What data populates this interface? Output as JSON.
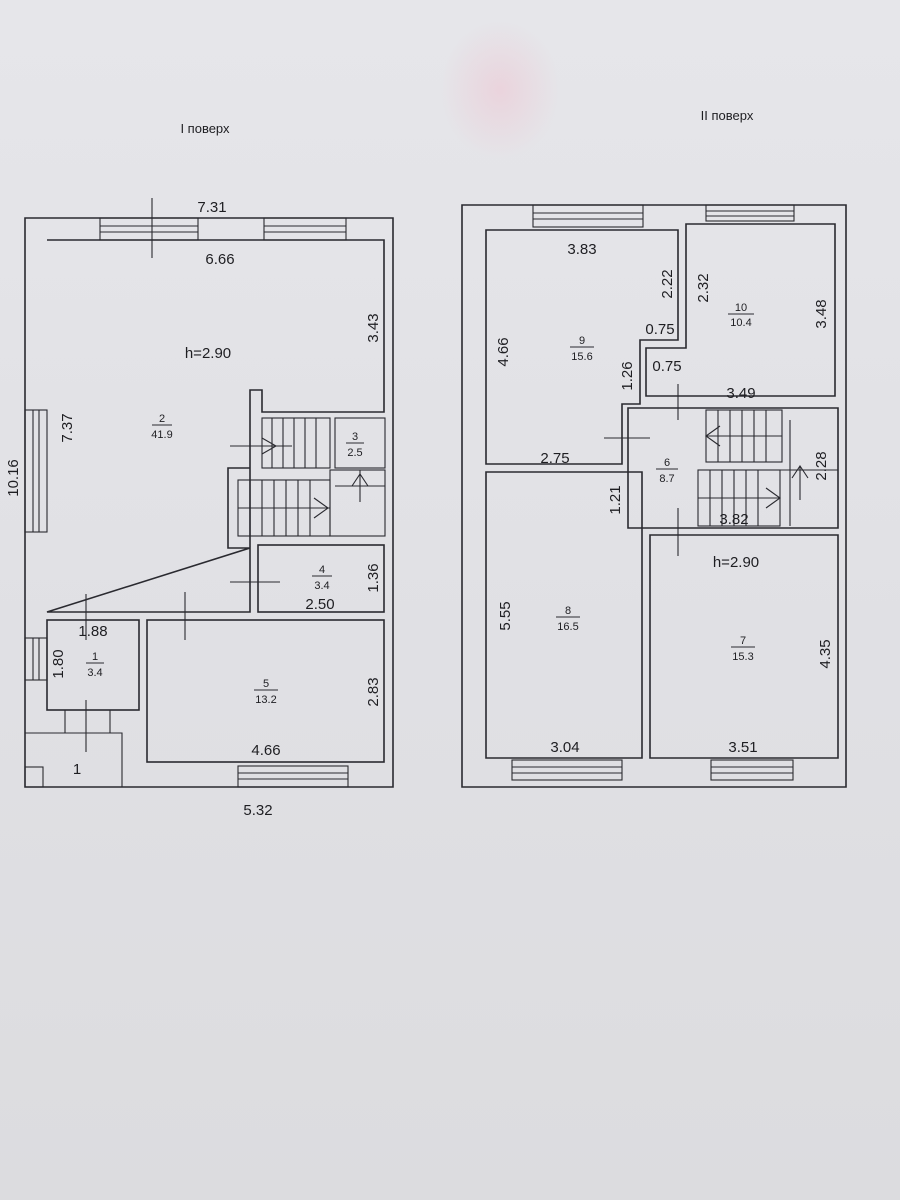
{
  "floors": {
    "first": {
      "title": "I поверх",
      "height": "h=2.90",
      "dims": {
        "top_outer": "7.31",
        "top_inner": "6.66",
        "right_upper": "3.43",
        "left_inner": "7.37",
        "left_outer": "10.16",
        "room4_width": "2.50",
        "room4_height": "1.36",
        "room1_width": "1.88",
        "room1_height": "1.80",
        "room5_width": "4.66",
        "room5_height": "2.83",
        "bottom_outer": "5.32",
        "porch_label": "1"
      },
      "rooms": [
        {
          "number": "2",
          "area": "41.9"
        },
        {
          "number": "3",
          "area": "2.5"
        },
        {
          "number": "4",
          "area": "3.4"
        },
        {
          "number": "1",
          "area": "3.4"
        },
        {
          "number": "5",
          "area": "13.2"
        }
      ]
    },
    "second": {
      "title": "II поверх",
      "height": "h=2.90",
      "dims": {
        "room9_width": "3.83",
        "room9_depth_a": "2.22",
        "room10_depth_a": "2.32",
        "room10_height": "3.48",
        "room9_height": "4.66",
        "notch_a": "0.75",
        "notch_b": "0.75",
        "notch_h": "1.26",
        "hall_width": "3.49",
        "room8_top": "2.75",
        "hall_height": "1.21",
        "stair_height": "2.28",
        "hall_bottom": "3.82",
        "room8_height": "5.55",
        "room7_height": "4.35",
        "room8_width": "3.04",
        "room7_width": "3.51"
      },
      "rooms": [
        {
          "number": "9",
          "area": "15.6"
        },
        {
          "number": "10",
          "area": "10.4"
        },
        {
          "number": "6",
          "area": "8.7"
        },
        {
          "number": "8",
          "area": "16.5"
        },
        {
          "number": "7",
          "area": "15.3"
        }
      ]
    }
  }
}
